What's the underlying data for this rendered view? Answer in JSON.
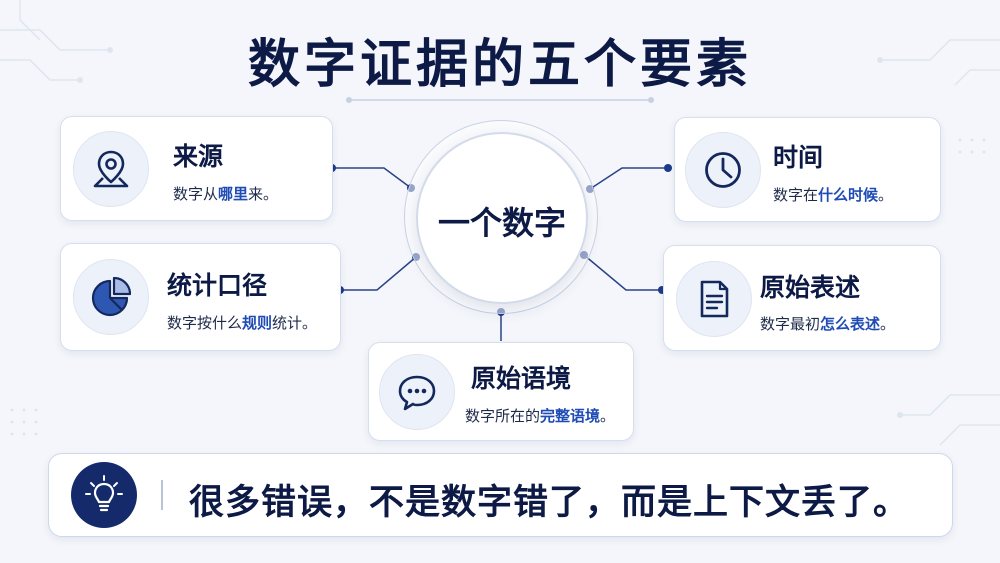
{
  "title": "数字证据的五个要素",
  "center": {
    "label": "一个数字"
  },
  "elements": [
    {
      "title": "来源",
      "desc_pre": "数字从",
      "desc_hl": "哪里",
      "desc_post": "来。",
      "icon": "location-pin-icon"
    },
    {
      "title": "统计口径",
      "desc_pre": "数字按什么",
      "desc_hl": "规则",
      "desc_post": "统计。",
      "icon": "pie-chart-icon"
    },
    {
      "title": "原始语境",
      "desc_pre": "数字所在的",
      "desc_hl": "完整语境",
      "desc_post": "。",
      "icon": "speech-bubble-icon"
    },
    {
      "title": "时间",
      "desc_pre": "数字在",
      "desc_hl": "什么时候",
      "desc_post": "。",
      "icon": "clock-icon"
    },
    {
      "title": "原始表述",
      "desc_pre": "数字最初",
      "desc_hl": "怎么表述",
      "desc_post": "。",
      "icon": "document-icon"
    }
  ],
  "banner": {
    "text": "很多错误，不是数字错了，而是上下文丢了。",
    "icon": "lightbulb-icon"
  },
  "colors": {
    "navy": "#0c1a45",
    "accent_blue": "#1f4bb4",
    "pie_dark": "#2e57b2",
    "pie_light": "#a8bce6",
    "background": "#f4f6fb"
  }
}
